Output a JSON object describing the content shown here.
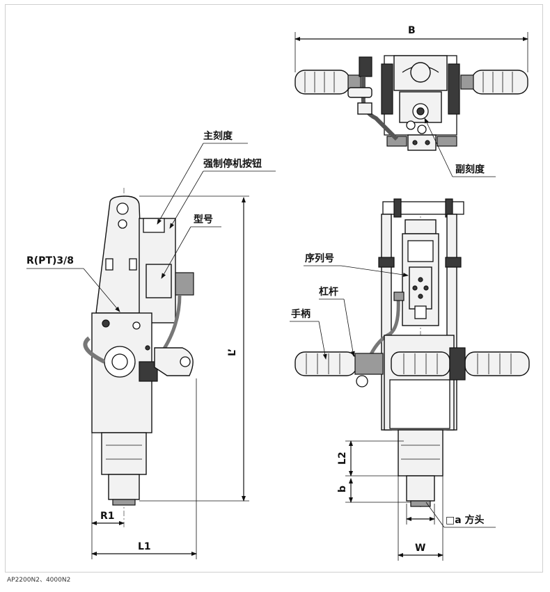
{
  "labels": {
    "main_scale": "主刻度",
    "emergency_stop": "强制停机按钮",
    "model_no": "型号",
    "port": "R(PT)3/8",
    "sub_scale": "副刻度",
    "serial_no": "序列号",
    "lever": "杠杆",
    "handle": "手柄",
    "square_drive": "□a  方头"
  },
  "dimensions": {
    "B": "B",
    "L_prime": "L’",
    "R1": "R1",
    "L1": "L1",
    "L2": "L2",
    "b": "b",
    "W": "W"
  },
  "footer": {
    "models": "AP2200N2、4000N2"
  },
  "colors": {
    "line": "#111111",
    "fill_light": "#f2f2f2",
    "fill_dark": "#3a3a3a",
    "fill_mid": "#9a9a9a",
    "border": "#cfcfcf"
  }
}
